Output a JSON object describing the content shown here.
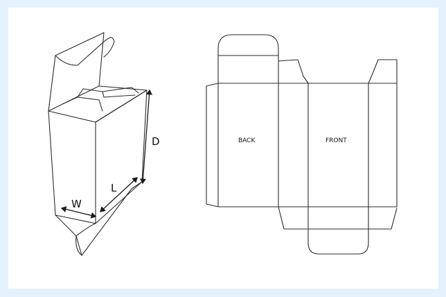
{
  "diagram": {
    "box_3d": {
      "dimension_labels": {
        "width": "W",
        "length": "L",
        "depth": "D"
      }
    },
    "dieline": {
      "panel_labels": {
        "back": "BACK",
        "front": "FRONT"
      }
    },
    "colors": {
      "page_background": "#e3f2fc",
      "card_background": "#ffffff",
      "line": "#2a2a2a"
    }
  }
}
